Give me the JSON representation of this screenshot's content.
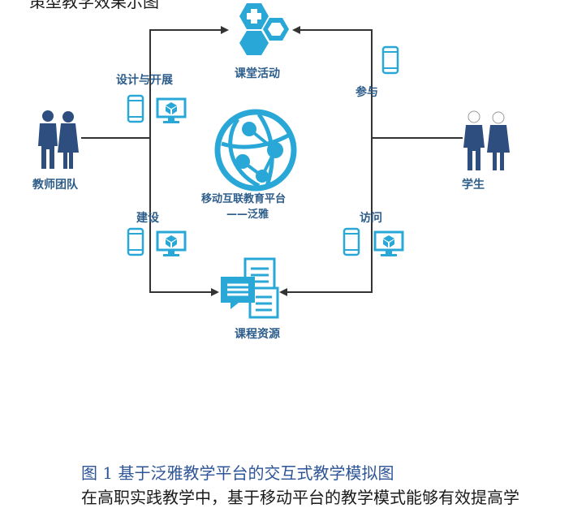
{
  "top_text_clipped": "策型教学效果示图",
  "diagram": {
    "top_node": {
      "label": "课堂活动",
      "icon": "puzzle-hexagon-icon"
    },
    "center_node": {
      "line1": "移动互联教育平台",
      "line2": "——泛雅",
      "icon": "globe-network-icon"
    },
    "bottom_node": {
      "label": "课程资源",
      "icon": "documents-chat-icon"
    },
    "left_node": {
      "label": "教师团队",
      "icon": "teachers-icon"
    },
    "right_node": {
      "label": "学生",
      "icon": "students-icon"
    },
    "edges": {
      "left_top": "设计与开展",
      "left_bottom": "建设",
      "right_top": "参与",
      "right_bottom": "访问"
    },
    "colors": {
      "accent": "#29a8d8",
      "line": "#333333",
      "label": "#2d5d8a",
      "people": "#2d4e7e"
    }
  },
  "caption": "图 1 基于泛雅教学平台的交互式教学模拟图",
  "bottom_text_clipped": "在高职实践教学中，基于移动平台的教学模式能够有效提高学"
}
